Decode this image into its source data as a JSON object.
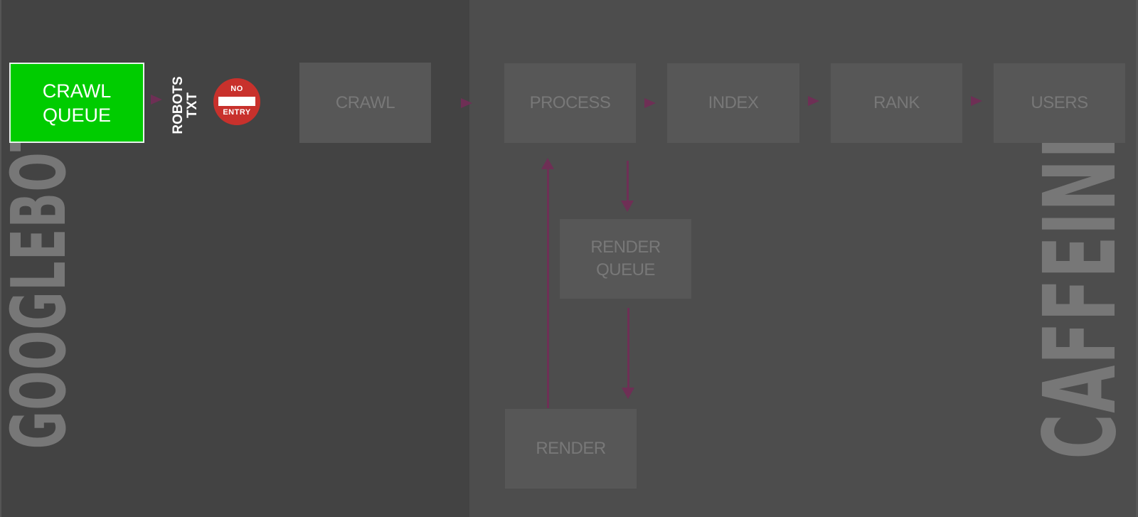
{
  "diagram": {
    "sections": {
      "left_label": "GOOGLEBOT",
      "right_label": "CAFFEINE"
    },
    "highlighted_node": {
      "label": "CRAWL\nQUEUE",
      "color": "#00cc00"
    },
    "gate": {
      "label": "ROBOTS\nTXT",
      "sign_top": "NO",
      "sign_bottom": "ENTRY",
      "sign_color": "#c8312c"
    },
    "nodes": {
      "crawl": "CRAWL",
      "process": "PROCESS",
      "index": "INDEX",
      "rank": "RANK",
      "users": "USERS",
      "render_queue": "RENDER\nQUEUE",
      "render": "RENDER"
    },
    "edges": [
      [
        "CRAWL QUEUE",
        "ROBOTS TXT"
      ],
      [
        "CRAWL",
        "PROCESS"
      ],
      [
        "PROCESS",
        "INDEX"
      ],
      [
        "INDEX",
        "RANK"
      ],
      [
        "RANK",
        "USERS"
      ],
      [
        "PROCESS",
        "RENDER QUEUE"
      ],
      [
        "RENDER QUEUE",
        "RENDER"
      ],
      [
        "RENDER",
        "PROCESS"
      ]
    ],
    "colors": {
      "arrow": "#6e2f55",
      "node_bg": "#575757",
      "node_text": "#787878",
      "left_bg": "#434343",
      "right_bg": "#4d4d4d"
    }
  }
}
